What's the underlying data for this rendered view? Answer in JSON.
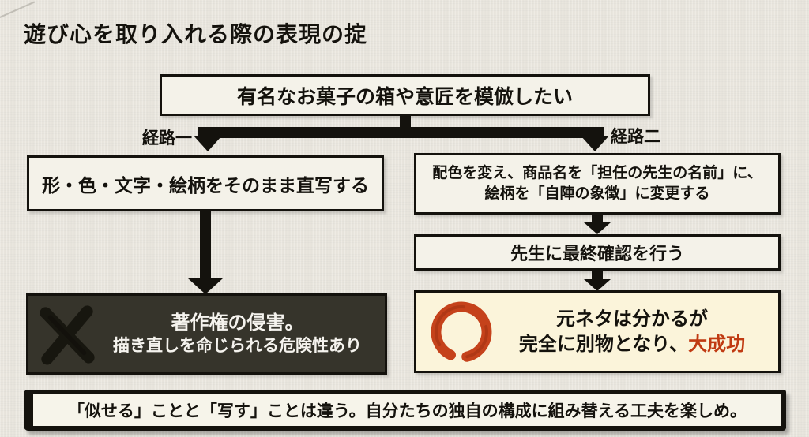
{
  "title": "遊び心を取り入れる際の表現の掟",
  "flow": {
    "root_label": "有名なお菓子の箱や意匠を模倣したい",
    "path_one_label": "経路一",
    "path_two_label": "経路二",
    "path_one_step": "形・色・文字・絵柄をそのまま直写する",
    "path_two_step_line1": "配色を変え、商品名を「担任の先生の名前」に、",
    "path_two_step_line2": "絵柄を「自陣の象徴」に変更する",
    "path_two_check": "先生に最終確認を行う",
    "path_one_result_line1": "著作権の侵害。",
    "path_one_result_line2": "描き直しを命じられる危険性あり",
    "path_two_result_line1": "元ネタは分かるが",
    "path_two_result_line2_prefix": "完全に別物となり、",
    "path_two_result_emphasis": "大成功",
    "conclusion": "「似せる」ことと「写す」ことは違う。自分たちの独自の構成に組み替える工夫を楽しめ。"
  },
  "icons": {
    "failure": "brush-x-icon",
    "success": "enso-circle-icon"
  },
  "colors": {
    "background": "#eae7df",
    "box_fill": "#f4f2e9",
    "line": "#14120d",
    "failure_box_fill": "#36342b",
    "failure_text": "#f5f3ee",
    "success_box_fill": "#fbf4da",
    "accent_red": "#c03a12"
  }
}
